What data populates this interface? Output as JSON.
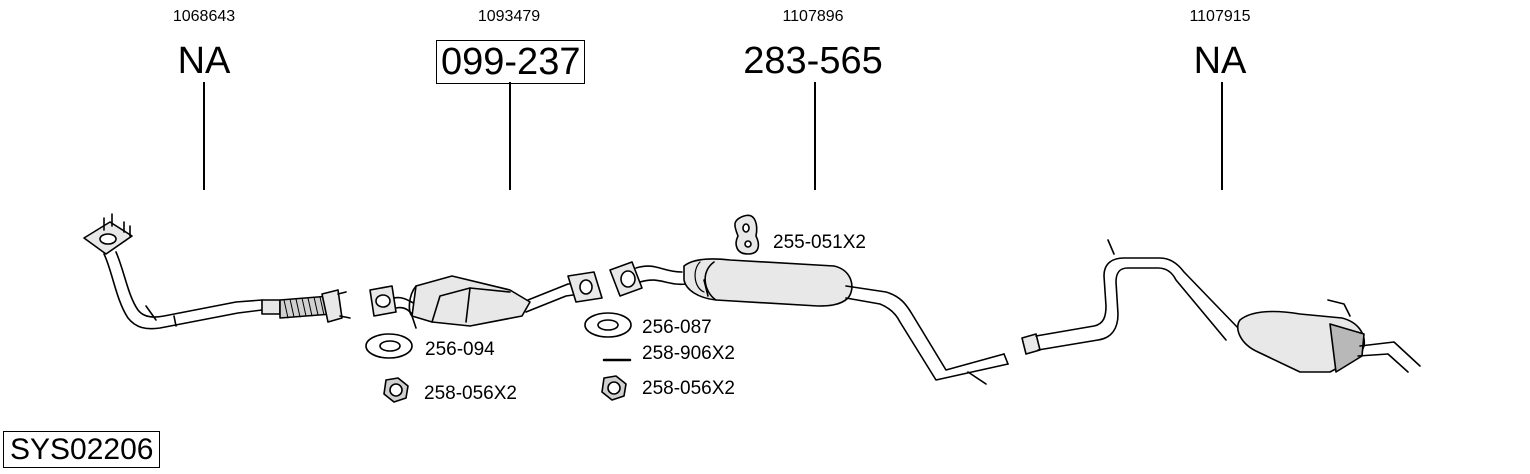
{
  "components": [
    {
      "ref": "1068643",
      "code": "NA",
      "boxed": false
    },
    {
      "ref": "1093479",
      "code": "099-237",
      "boxed": true
    },
    {
      "ref": "1107896",
      "code": "283-565",
      "boxed": false
    },
    {
      "ref": "1107915",
      "code": "NA",
      "boxed": false
    }
  ],
  "parts": {
    "p1": "256-094",
    "p2": "258-056X2",
    "p3": "256-087",
    "p4": "258-906X2",
    "p5": "258-056X2",
    "p6": "255-051X2"
  },
  "system_code": "SYS02206",
  "colors": {
    "line": "#000000",
    "fill": "#e8e8e8",
    "shade": "#b8b8b8"
  }
}
